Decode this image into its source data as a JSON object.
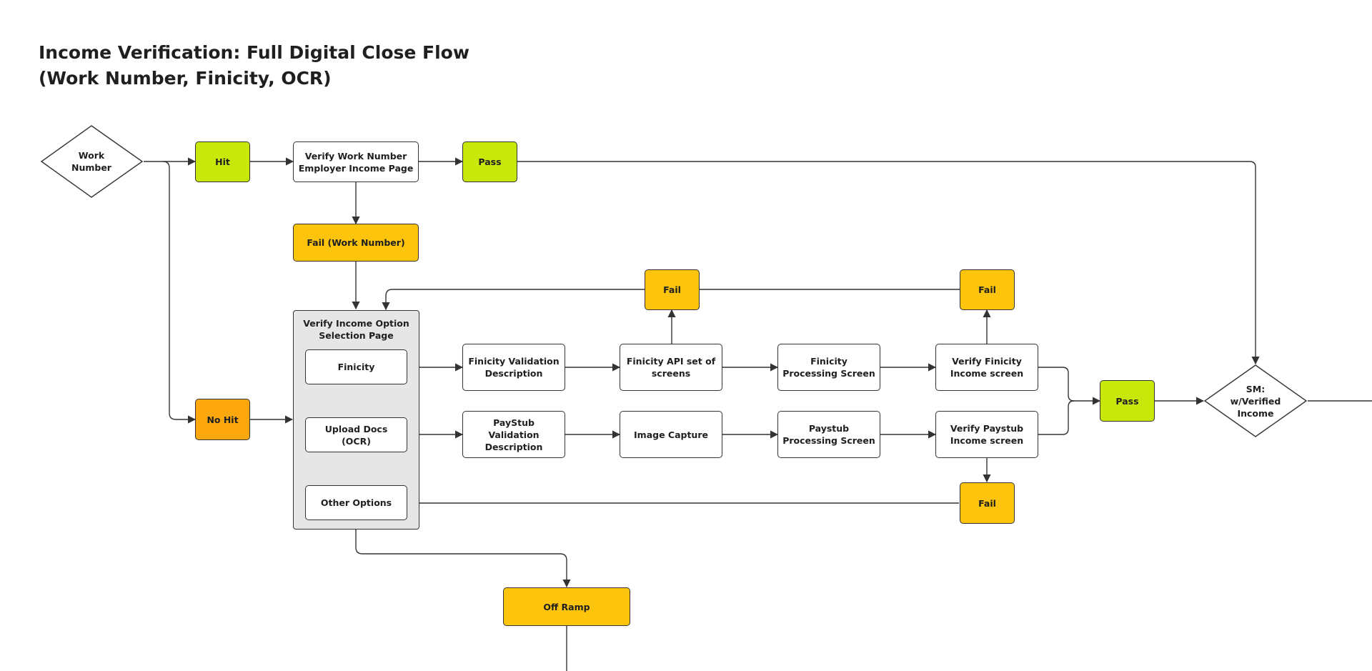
{
  "title": {
    "line1": "Income Verification: Full Digital Close Flow",
    "line2": "(Work Number, Finicity, OCR)"
  },
  "nodes": {
    "work_number": "Work Number",
    "hit": "Hit",
    "verify_work_number": "Verify Work Number Employer Income Page",
    "pass_top": "Pass",
    "fail_work_number": "Fail (Work Number)",
    "no_hit": "No Hit",
    "verify_income_option": "Verify Income Option Selection Page",
    "finicity": "Finicity",
    "upload_docs": "Upload Docs (OCR)",
    "other_options": "Other Options",
    "finicity_validation": "Finicity Validation Description",
    "finicity_api": "Finicity API set of screens",
    "finicity_processing": "Finicity Processing Screen",
    "verify_finicity_income": "Verify Finicity Income screen",
    "paystub_validation": "PayStub Validation Description",
    "image_capture": "Image Capture",
    "paystub_processing": "Paystub Processing Screen",
    "verify_paystub_income": "Verify Paystub Income screen",
    "fail_api": "Fail",
    "fail_finicity": "Fail",
    "fail_paystub": "Fail",
    "pass_right": "Pass",
    "sm_verified_income": "SM: w/Verified Income",
    "off_ramp": "Off Ramp"
  },
  "colors": {
    "green": "#c8e80b",
    "yellow": "#fcc40c",
    "orange": "#fba70d",
    "group_fill": "#e6e6e6",
    "stroke": "#333333"
  }
}
